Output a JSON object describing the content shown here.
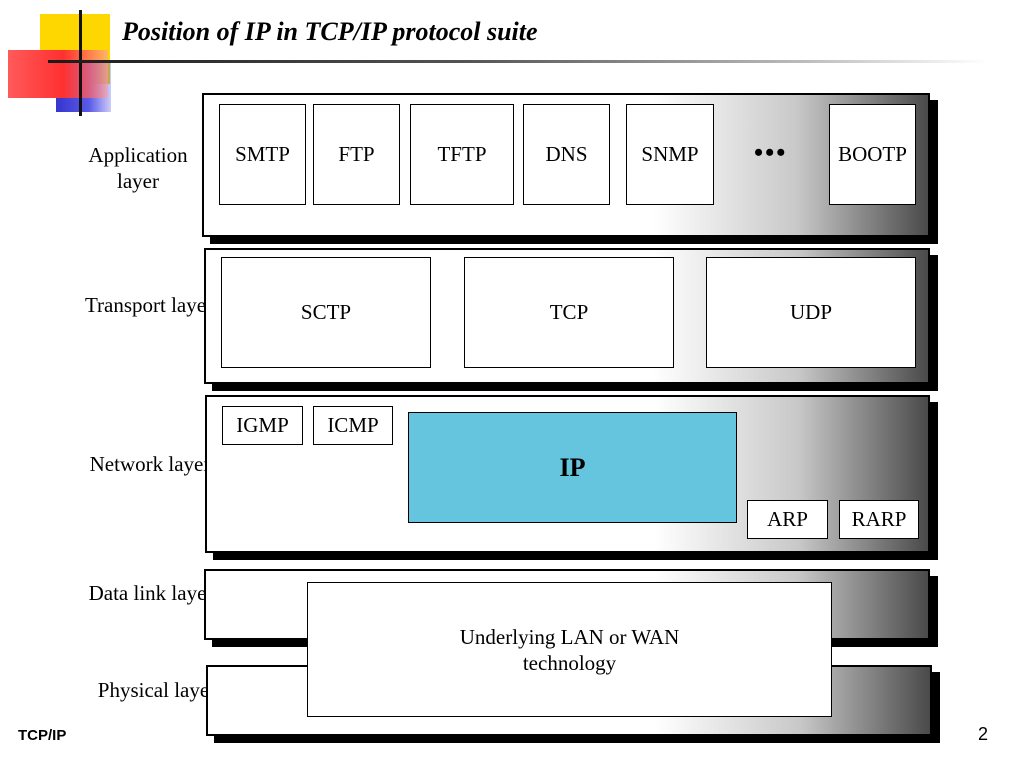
{
  "slide": {
    "title": "Position of IP in TCP/IP protocol suite",
    "footer_left": "TCP/IP",
    "page_number": "2"
  },
  "colors": {
    "ip_fill": "#66c5de",
    "deco_yellow": "#ffd700",
    "deco_red": "#ff4444",
    "deco_blue": "#3b3bd6"
  },
  "layers": {
    "application": {
      "label": "Application layer",
      "protocols": [
        "SMTP",
        "FTP",
        "TFTP",
        "DNS",
        "SNMP",
        "BOOTP"
      ],
      "ellipsis": "•••"
    },
    "transport": {
      "label": "Transport layer",
      "protocols": [
        "SCTP",
        "TCP",
        "UDP"
      ]
    },
    "network": {
      "label": "Network layer",
      "protocols": [
        "IGMP",
        "ICMP",
        "IP",
        "ARP",
        "RARP"
      ]
    },
    "datalink": {
      "label": "Data link layer"
    },
    "physical": {
      "label": "Physical layer"
    },
    "underlying": "Underlying LAN or WAN technology"
  }
}
